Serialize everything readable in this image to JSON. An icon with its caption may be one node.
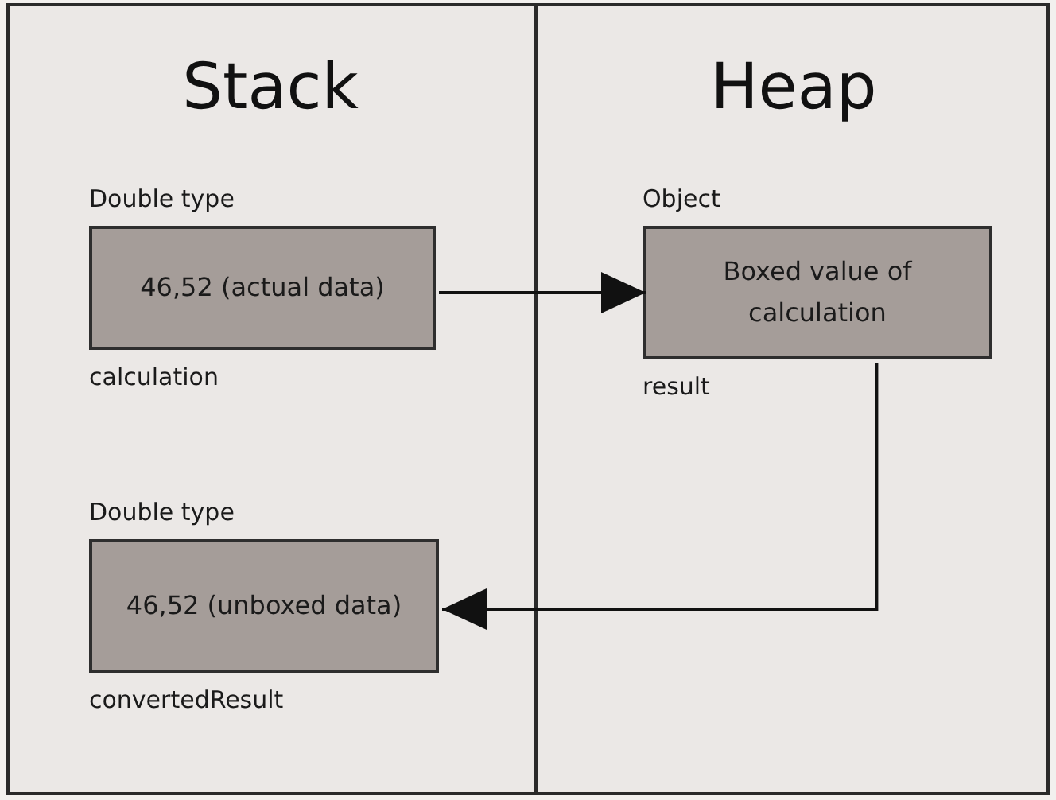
{
  "diagram": {
    "nodes": [
      {
        "text": [
          "Stack"
        ]
      },
      {
        "text": [
          "Heap"
        ]
      },
      {
        "text": [
          "Double type",
          "46,52 (actual data)"
        ],
        "beside": [
          "calculation"
        ],
        "in": 0
      },
      {
        "text": [
          "Object",
          "Boxed value of calculation"
        ],
        "beside": [
          "result"
        ],
        "in": 1
      },
      {
        "text": [
          "Double type",
          "46,52 (unboxed data)"
        ],
        "beside": [
          "convertedResult"
        ],
        "in": 0
      }
    ],
    "edges": [
      {
        "from": 2,
        "to": 3,
        "arrow": "to"
      },
      {
        "from": 3,
        "to": 4,
        "arrow": "to"
      }
    ]
  }
}
